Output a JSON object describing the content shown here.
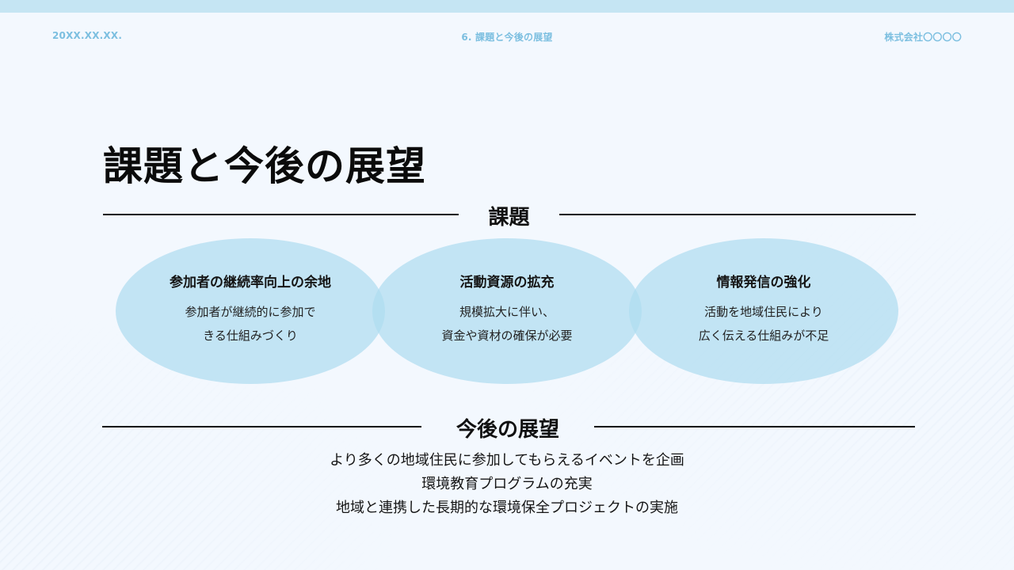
{
  "header": {
    "date": "20XX.XX.XX.",
    "section": "6. 課題と今後の展望",
    "company": "株式会社〇〇〇〇"
  },
  "page_title": "課題と今後の展望",
  "issues": {
    "label": "課題",
    "items": [
      {
        "title": "参加者の継続率向上の余地",
        "lines": [
          "参加者が継続的に参加で",
          "きる仕組みづくり"
        ]
      },
      {
        "title": "活動資源の拡充",
        "lines": [
          "規模拡大に伴い、",
          "資金や資材の確保が必要"
        ]
      },
      {
        "title": "情報発信の強化",
        "lines": [
          "活動を地域住民により",
          "広く伝える仕組みが不足"
        ]
      }
    ]
  },
  "outlook": {
    "label": "今後の展望",
    "items": [
      "より多くの地域住民に参加してもらえるイベントを企画",
      "環境教育プログラムの充実",
      "地域と連携した長期的な環境保全プロジェクトの実施"
    ]
  },
  "colors": {
    "accent": "#7cbfe0",
    "top_band": "#c5e5f3",
    "ellipse_fill": "#b5dcef",
    "background": "#f3f8fe",
    "text": "#111111"
  }
}
